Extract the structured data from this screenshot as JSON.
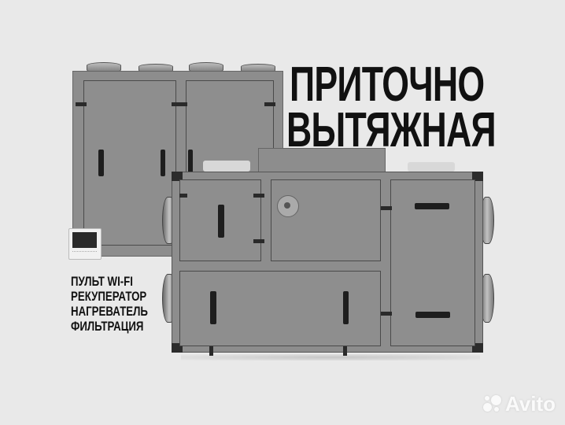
{
  "headline": {
    "line1": "ПРИТОЧНО",
    "line2": "ВЫТЯЖНАЯ"
  },
  "features": [
    "ПУЛЬТ WI-FI",
    "РЕКУПЕРАТОР",
    "НАГРЕВАТЕЛЬ",
    "ФИЛЬТРАЦИЯ"
  ],
  "watermark": {
    "brand": "Avito",
    "icon": "avito-dots-icon"
  },
  "colors": {
    "background": "#e9e9e9",
    "unit_body": "#8d8d8d",
    "text": "#111111"
  }
}
